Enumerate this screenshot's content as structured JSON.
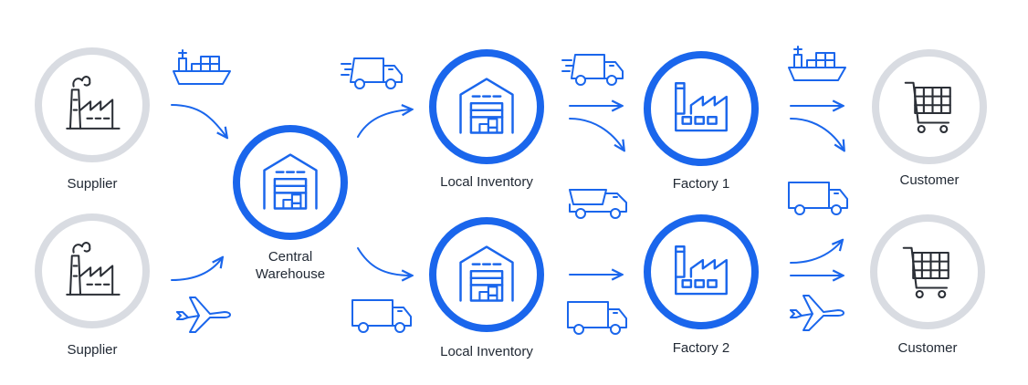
{
  "colors": {
    "blue": "#1a66ec",
    "gray_ring": "#d9dce2",
    "dark_icon": "#2b2f36"
  },
  "nodes": {
    "supplier_top": {
      "label": "Supplier",
      "icon": "factory-icon"
    },
    "supplier_bottom": {
      "label": "Supplier",
      "icon": "factory-icon"
    },
    "central_warehouse": {
      "label_line1": "Central",
      "label_line2": "Warehouse",
      "icon": "warehouse-icon"
    },
    "local_inventory_top": {
      "label": "Local Inventory",
      "icon": "warehouse-icon"
    },
    "local_inventory_bottom": {
      "label": "Local Inventory",
      "icon": "warehouse-icon"
    },
    "factory_1": {
      "label": "Factory 1",
      "icon": "factory-icon"
    },
    "factory_2": {
      "label": "Factory 2",
      "icon": "factory-icon"
    },
    "customer_top": {
      "label": "Customer",
      "icon": "shopping-cart-icon"
    },
    "customer_bottom": {
      "label": "Customer",
      "icon": "shopping-cart-icon"
    }
  },
  "transport": [
    "ship-icon",
    "airplane-icon",
    "fast-truck-icon",
    "box-truck-icon",
    "dump-truck-icon"
  ]
}
